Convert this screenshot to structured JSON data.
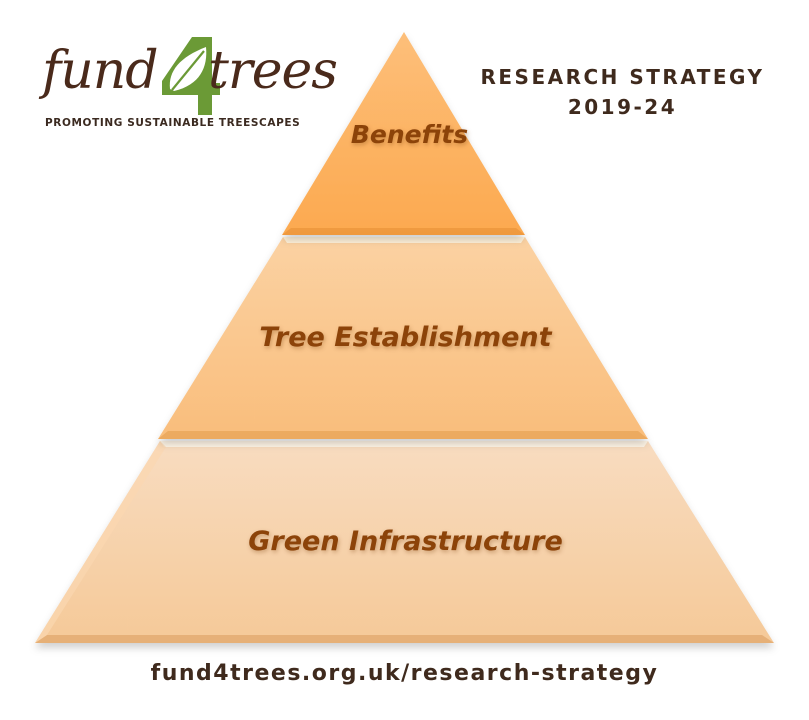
{
  "logo": {
    "word_left": "fund",
    "word_number": "4",
    "word_right": "trees",
    "tagline": "PROMOTING SUSTAINABLE TREESCAPES",
    "icon": "leaf-icon",
    "colors": {
      "text": "#4a2a1b",
      "green": "#6b9a36",
      "leaf": "#ffffff"
    }
  },
  "title": {
    "line1": "RESEARCH STRATEGY",
    "line2": "2019-24"
  },
  "pyramid": {
    "tiers": [
      {
        "level": "top",
        "label": "Benefits",
        "color": "#fdac55"
      },
      {
        "level": "middle",
        "label": "Tree Establishment",
        "color": "#fbc68c"
      },
      {
        "level": "bottom",
        "label": "Green Infrastructure",
        "color": "#f7d3ab"
      }
    ],
    "label_color": "#8c4309"
  },
  "footer": {
    "url": "fund4trees.org.uk/research-strategy"
  }
}
